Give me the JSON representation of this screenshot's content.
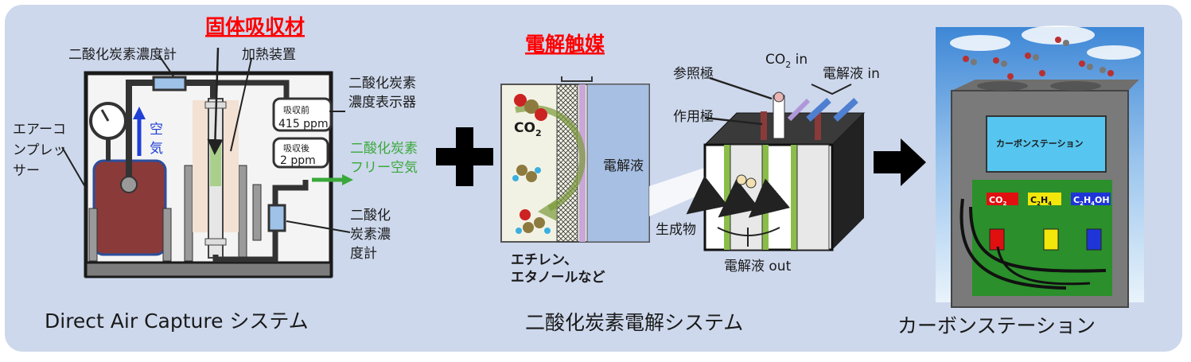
{
  "dac": {
    "solid_absorbent": "固体吸収材",
    "co2_meter_top": "二酸化炭素濃度計",
    "heater": "加熱装置",
    "display_label_lines": [
      "二酸化炭素",
      "濃度表示器"
    ],
    "compressor_lines": [
      "エアーコ",
      "ンプレッ",
      "サー"
    ],
    "air_lines": [
      "空",
      "気"
    ],
    "before_label": "吸収前",
    "before_value": "415 ppm",
    "after_label": "吸収後",
    "after_value": "2 ppm",
    "co2_free_lines": [
      "二酸化炭素",
      "フリー空気"
    ],
    "co2_meter_right_lines": [
      "二酸化",
      "炭素濃",
      "度計"
    ],
    "caption": "Direct Air Capture システム"
  },
  "electrolysis": {
    "catalyst": "電解触媒",
    "co2": "CO",
    "co2_sub": "2",
    "electrolyte": "電解液",
    "products_lines": [
      "エチレン、",
      "エタノールなど"
    ],
    "ref_electrode": "参照極",
    "co2_in_prefix": "CO",
    "co2_in_sub": "2",
    "co2_in_suffix": " in",
    "electrolyte_in": "電解液 in",
    "working_electrode": "作用極",
    "product": "生成物",
    "electrolyte_out": "電解液 out",
    "caption": "二酸化炭素電解システム"
  },
  "station": {
    "screen_text": "カーボンステーション",
    "nozzles": [
      {
        "parts": [
          [
            "CO",
            ""
          ],
          [
            "2",
            "sub"
          ]
        ],
        "color": "#e01010"
      },
      {
        "parts": [
          [
            "C",
            ""
          ],
          [
            "2",
            "sub"
          ],
          [
            "H",
            ""
          ],
          [
            "4",
            "sub"
          ]
        ],
        "color": "#f2e60a"
      },
      {
        "parts": [
          [
            "C",
            ""
          ],
          [
            "2",
            "sub"
          ],
          [
            "H",
            ""
          ],
          [
            "4",
            "sub"
          ],
          [
            "OH",
            ""
          ]
        ],
        "color": "#1f35d8"
      }
    ],
    "caption": "カーボンステーション"
  },
  "colors": {
    "panel": "#cdd8ec",
    "red_accent": "#ff0000",
    "green_accent": "#3aa83a",
    "blue_arrow": "#1f3fd6"
  }
}
